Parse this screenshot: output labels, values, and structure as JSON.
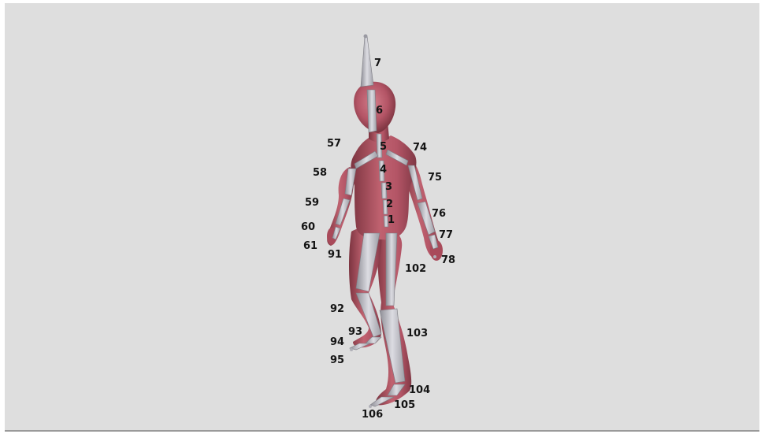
{
  "colors": {
    "background": "#dedede",
    "skin": "#b45566",
    "skin_dark": "#7c3440",
    "skin_light": "#d37d8a",
    "bone": "#a8a8b0",
    "bone_light": "#d6d6dc",
    "label": "#141414"
  },
  "labels": {
    "j1": "1",
    "j2": "2",
    "j3": "3",
    "j4": "4",
    "j5": "5",
    "j6": "6",
    "j7": "7",
    "j57": "57",
    "j58": "58",
    "j59": "59",
    "j60": "60",
    "j61": "61",
    "j74": "74",
    "j75": "75",
    "j76": "76",
    "j77": "77",
    "j78": "78",
    "j91": "91",
    "j92": "92",
    "j93": "93",
    "j94": "94",
    "j95": "95",
    "j102": "102",
    "j103": "103",
    "j104": "104",
    "j105": "105",
    "j106": "106"
  }
}
